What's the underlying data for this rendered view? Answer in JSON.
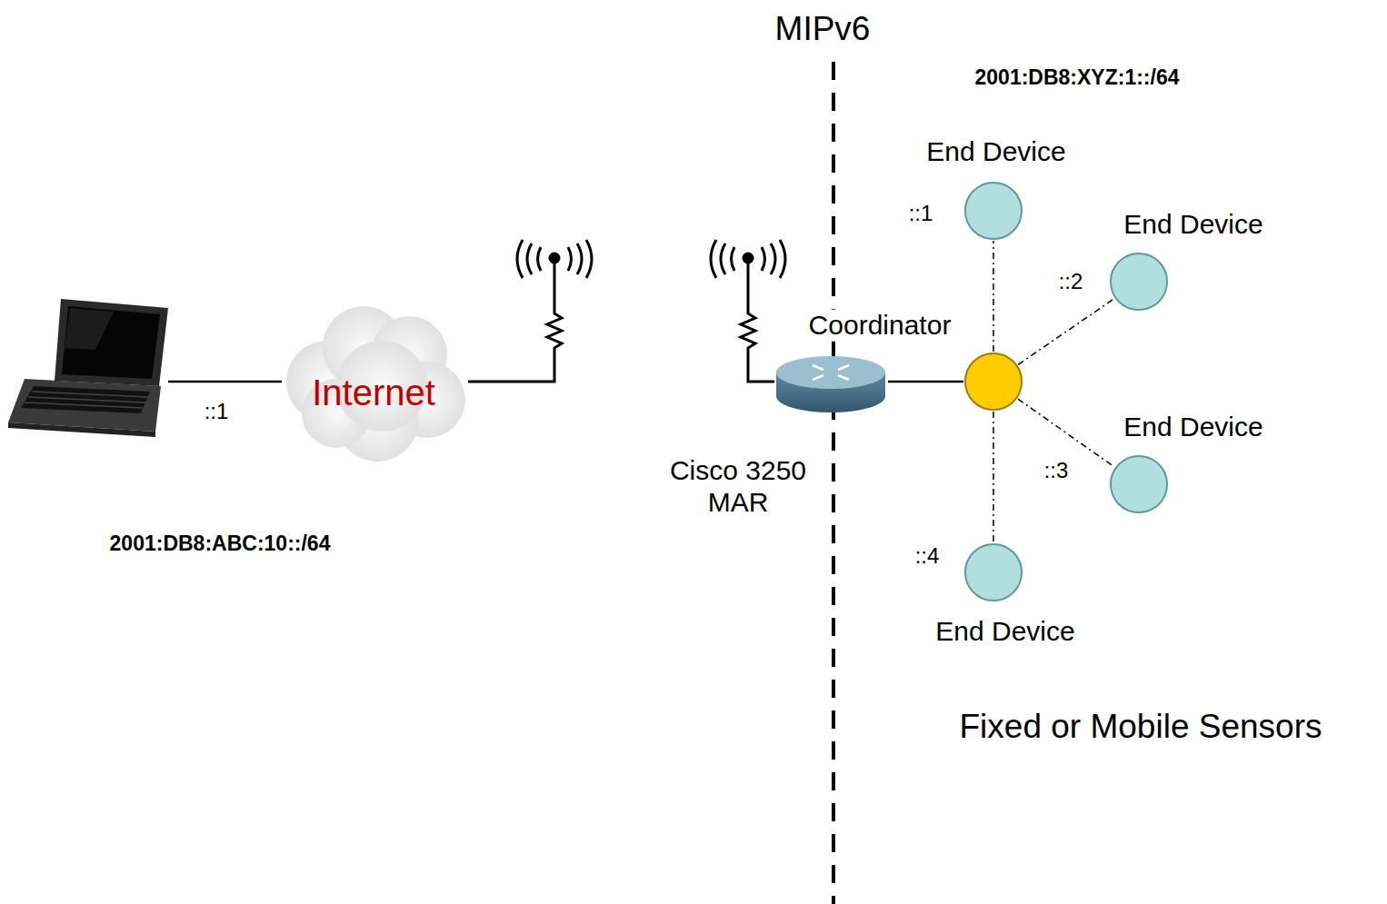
{
  "diagram": {
    "title": "MIPv6",
    "nodes": [
      {
        "text": [
          "::1"
        ]
      },
      {
        "text": [
          "Internet"
        ]
      },
      {
        "text": [
          "Cisco 3250 MAR"
        ]
      },
      {
        "text": [
          "Coordinator"
        ]
      },
      {
        "text": [
          "End Device",
          "::1"
        ]
      },
      {
        "text": [
          "End Device",
          "::2"
        ]
      },
      {
        "text": [
          "End Device",
          "::3"
        ]
      },
      {
        "text": [
          "End Device",
          "::4"
        ]
      }
    ],
    "edges": [
      {
        "from": 0,
        "to": 1,
        "arrow": "none"
      },
      {
        "from": 2,
        "to": 3,
        "arrow": "none"
      },
      {
        "from": 3,
        "to": 4,
        "arrow": "none"
      },
      {
        "from": 3,
        "to": 5,
        "arrow": "none"
      },
      {
        "from": 3,
        "to": 6,
        "arrow": "none"
      },
      {
        "from": 3,
        "to": 7,
        "arrow": "none"
      }
    ],
    "labels": [
      "2001:DB8:XYZ:1::/64",
      "2001:DB8:ABC:10::/64",
      "Fixed or Mobile Sensors"
    ]
  }
}
